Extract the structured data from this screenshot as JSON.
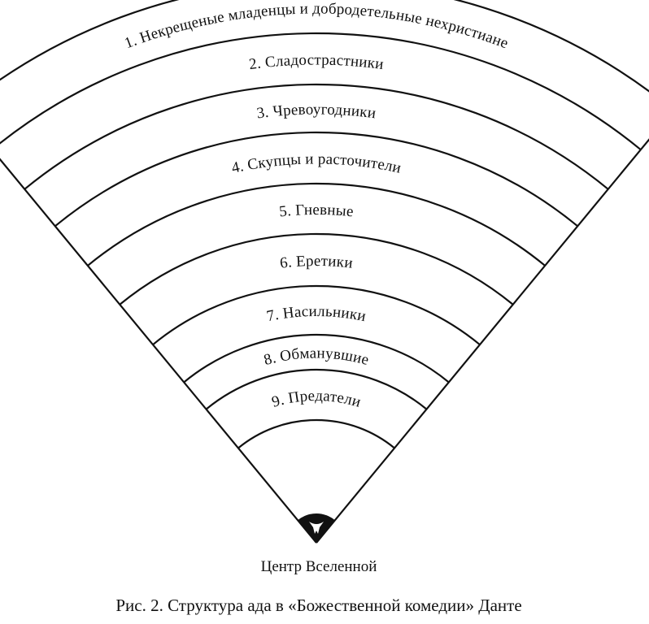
{
  "circles": [
    {
      "label": "1. Некрещеные младенцы и добродетельные нехристиане"
    },
    {
      "label": "2. Сладострастники"
    },
    {
      "label": "3. Чревоугодники"
    },
    {
      "label": "4. Скупцы и расточители"
    },
    {
      "label": "5. Гневные"
    },
    {
      "label": "6. Еретики"
    },
    {
      "label": "7. Насильники"
    },
    {
      "label": "8. Обманувшие"
    },
    {
      "label": "9. Предатели"
    }
  ],
  "center_label": "Центр Вселенной",
  "center_icon": "lucifer-emblem-icon",
  "caption": "Рис. 2. Структура ада в «Божественной комедии» Данте",
  "colors": {
    "ink": "#111111",
    "background": "#ffffff"
  }
}
